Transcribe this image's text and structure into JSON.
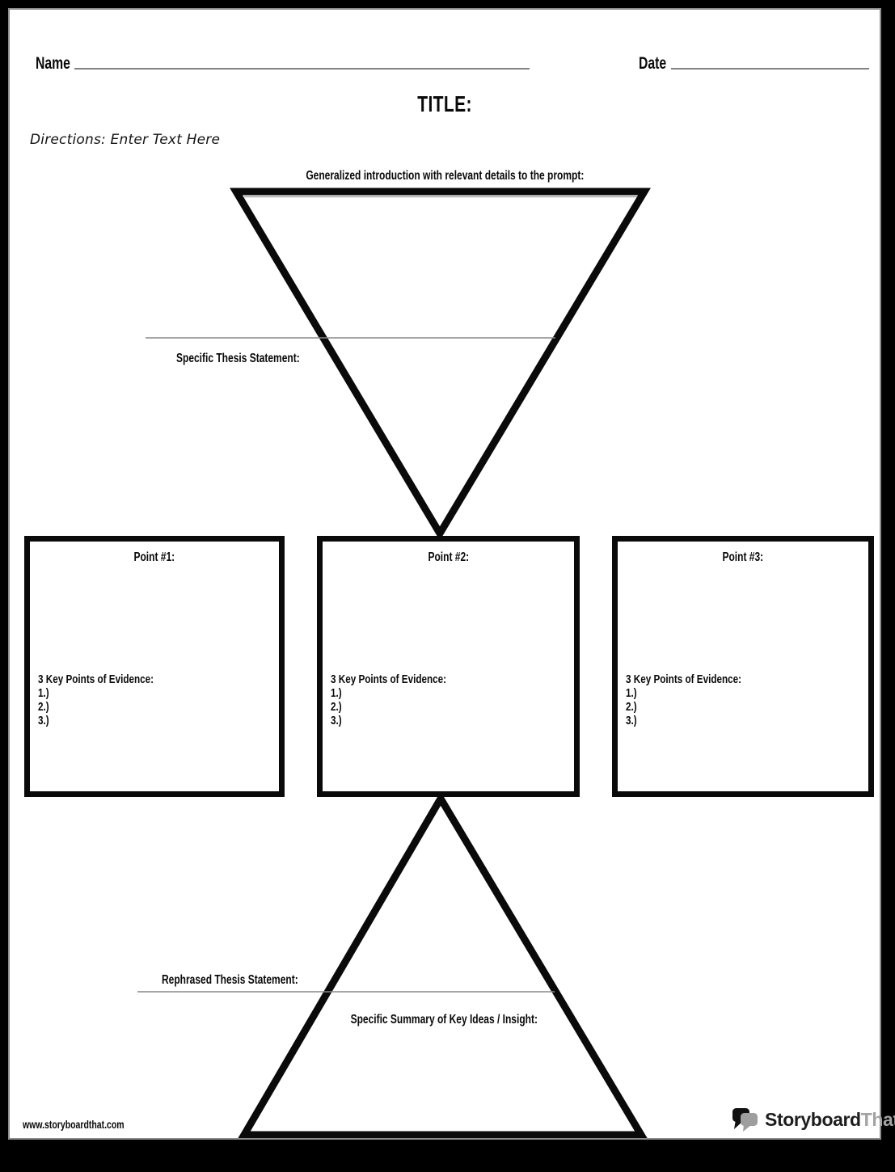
{
  "header": {
    "name_label": "Name",
    "date_label": "Date",
    "title_label": "TITLE:",
    "directions_text": "Directions: Enter Text Here"
  },
  "funnel": {
    "intro_label": "Generalized introduction with relevant details to the prompt:",
    "thesis_label": "Specific Thesis Statement:"
  },
  "points": [
    {
      "title": "Point #1:",
      "evidence_heading": "3 Key Points of Evidence:",
      "evidence_items": [
        "1.)",
        "2.)",
        "3.)"
      ]
    },
    {
      "title": "Point #2:",
      "evidence_heading": "3 Key Points of Evidence:",
      "evidence_items": [
        "1.)",
        "2.)",
        "3.)"
      ]
    },
    {
      "title": "Point #3:",
      "evidence_heading": "3 Key Points of Evidence:",
      "evidence_items": [
        "1.)",
        "2.)",
        "3.)"
      ]
    }
  ],
  "pyramid": {
    "rephrased_label": "Rephrased Thesis Statement:",
    "summary_label": "Specific Summary of Key Ideas / Insight:"
  },
  "footer": {
    "website_url": "www.storyboardthat.com",
    "logo_text_primary": "Storyboard",
    "logo_text_secondary": "That"
  },
  "colors": {
    "ink": "#0a0a0a",
    "line_gray": "#828282",
    "logo_gray": "#a3a3a3",
    "page_background": "#ffffff",
    "frame_background": "#000000"
  }
}
